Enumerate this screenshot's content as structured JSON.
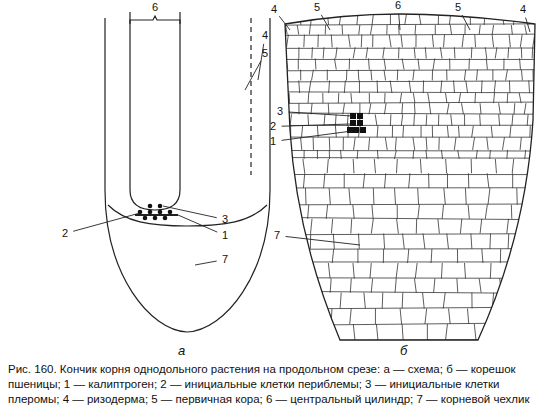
{
  "diagram": {
    "caption": "Рис. 160. Кончик корня однодольного растения на продольном срезе: а — схема; б — корешок пшеницы; 1 — калиптроген; 2 — инициальные клетки периблемы; 3 — инициальные клетки плеромы; 4 — ризодерма; 5 — первичная кора; 6 — центральный цилиндр; 7 — корневой чехлик",
    "labels": [
      "6",
      "4",
      "5",
      "2",
      "3",
      "1",
      "7",
      "а",
      "4",
      "5",
      "6",
      "5",
      "4",
      "3",
      "2",
      "1",
      "7",
      "б"
    ]
  }
}
